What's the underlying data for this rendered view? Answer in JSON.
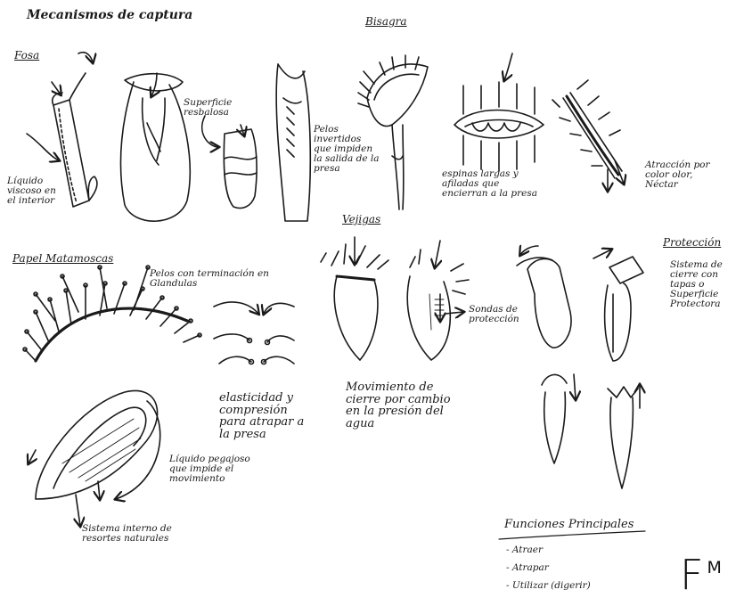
{
  "title": "Mecanismos de captura",
  "sections": {
    "fosa": "Fosa",
    "bisagra": "Bisagra",
    "papel": "Papel Matamoscas",
    "vejigas": "Vejigas",
    "proteccion": "Protección"
  },
  "notes": {
    "superficie": "Superficie resbalosa",
    "liquido_viscoso": "Líquido viscoso en el interior",
    "pelos_invertidos": "Pelos invertidos que impiden la salida de la presa",
    "espinas": "espinas largas y afiladas que encierran a la presa",
    "atraccion": "Atracción por color olor, Néctar",
    "pelos_terminacion": "Pelos con terminación en Glandulas",
    "elasticidad": "elasticidad y compresión para atrapar a la presa",
    "liquido_pegajoso": "Líquido pegajoso que impide el movimiento",
    "sistema_interno": "Sistema interno de resortes naturales",
    "movimiento": "Movimiento de cierre por cambio en la presión del agua",
    "sondas": "Sondas de protección",
    "sistema_cierre": "Sistema de cierre con tapas o Superficie Protectora"
  },
  "funciones": {
    "heading": "Funciones Principales",
    "items": [
      "- Atraer",
      "- Atrapar",
      "- Utilizar (digerir)"
    ]
  },
  "logo": {
    "f": "F",
    "m": "M"
  }
}
